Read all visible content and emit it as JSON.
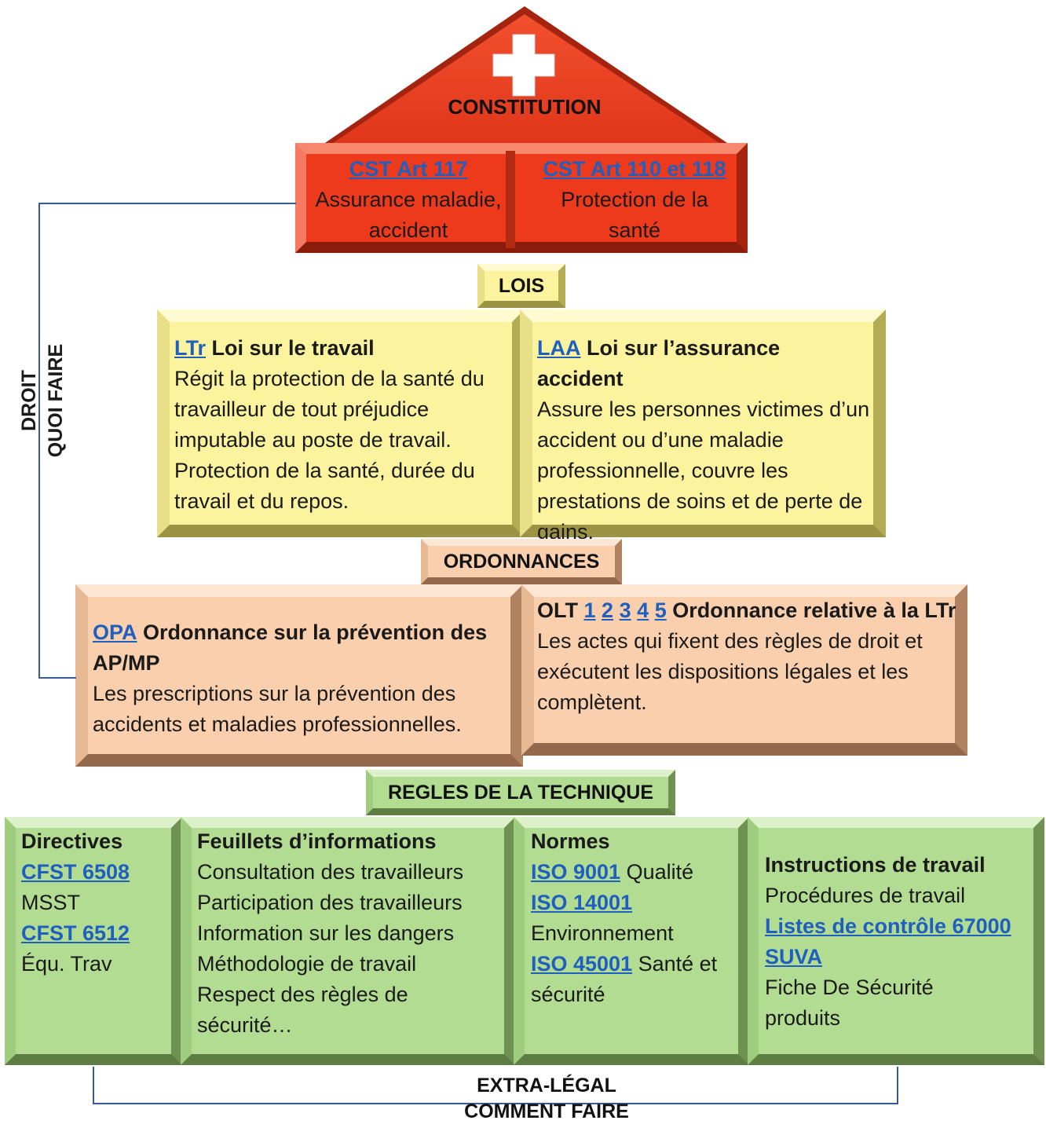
{
  "constitution": {
    "title": "CONSTITUTION",
    "left": {
      "link": "CST Art 117",
      "text": "Assurance maladie, accident"
    },
    "right": {
      "link": "CST Art 110 et 118",
      "text": "Protection de la santé"
    }
  },
  "lois": {
    "label": "LOIS",
    "left": {
      "link": "LTr",
      "title": "Loi sur le travail",
      "text": "Régit la protection de la santé du travailleur de tout préjudice imputable au poste de travail. Protection de la santé, durée du travail et du repos."
    },
    "right": {
      "link": "LAA",
      "title": "Loi sur l’assurance accident",
      "text": "Assure les personnes victimes d’un accident ou d’une maladie professionnelle, couvre les prestations de soins et de perte de gains."
    }
  },
  "ordonnances": {
    "label": "ORDONNANCES",
    "left": {
      "link": "OPA",
      "title": "Ordonnance sur la prévention des AP/MP",
      "text": "Les prescriptions sur la prévention des accidents et maladies professionnelles."
    },
    "right": {
      "prefix": "OLT",
      "links": [
        "1",
        "2",
        "3",
        "4",
        "5"
      ],
      "title": "Ordonnance relative à la LTr",
      "text": "Les actes qui fixent des règles de droit et exécutent les dispositions légales et les complètent."
    }
  },
  "regles": {
    "label": "REGLES DE LA TECHNIQUE",
    "directives": {
      "title": "Directives",
      "link1": "CFST 6508",
      "text1": "MSST",
      "link2": "CFST 6512",
      "text2": "Équ. Trav"
    },
    "feuillets": {
      "title": "Feuillets d’informations",
      "items": [
        "Consultation des travailleurs",
        "Participation des travailleurs",
        "Information sur les dangers",
        "Méthodologie de travail",
        "Respect des règles de sécurité…"
      ]
    },
    "normes": {
      "title": "Normes",
      "link1": "ISO 9001",
      "text1": "Qualité",
      "link2": "ISO 14001",
      "text2": "Environnement",
      "link3": "ISO 45001",
      "text3": "Santé et sécurité"
    },
    "instructions": {
      "title": "Instructions de travail",
      "text1": "Procédures de travail",
      "link1": "Listes de contrôle 67000",
      "link2": "SUVA",
      "text2": "Fiche De Sécurité produits"
    }
  },
  "side": {
    "line1": "DROIT",
    "line2": "QUOI FAIRE"
  },
  "bottom": {
    "line1": "EXTRA-LÉGAL",
    "line2": "COMMENT FAIRE"
  }
}
